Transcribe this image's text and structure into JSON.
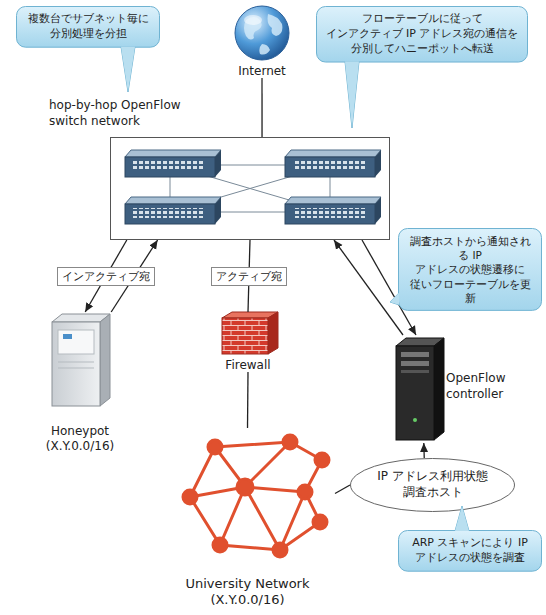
{
  "diagram": {
    "nodes": [
      {
        "text": [
          "複数台でサブネット毎に 分別処理を分担"
        ]
      },
      {
        "text": [
          "Internet"
        ]
      },
      {
        "text": [
          "フローテーブルに従って インアクティブ IP アドレス宛の通信を 分別してハニーポットへ転送"
        ]
      },
      {
        "text": [
          "hop-by-hop OpenFlow switch network"
        ]
      },
      {
        "text": [
          "調査ホストから通知される IP アドレスの状態遷移に 従いフローテーブルを更新"
        ]
      },
      {
        "text": [
          "Honeypot (X.Y.0.0/16)"
        ]
      },
      {
        "text": [
          "Firewall"
        ]
      },
      {
        "text": [
          "OpenFlow controller"
        ]
      },
      {
        "text": [
          "University Network (X.Y.0.0/16)"
        ]
      },
      {
        "text": [
          "IP アドレス利用状態 調査ホスト"
        ]
      },
      {
        "text": [
          "ARP スキャンにより IP アドレスの状態を調査"
        ]
      }
    ],
    "edges": [
      {
        "from": 1,
        "to": 3,
        "arrow": "none"
      },
      {
        "from": 3,
        "to": 5,
        "arrow": "to",
        "label": "インアクティブ宛"
      },
      {
        "from": 5,
        "to": 3,
        "arrow": "to"
      },
      {
        "from": 3,
        "to": 6,
        "arrow": "none",
        "label": "アクティブ宛"
      },
      {
        "from": 6,
        "to": 8,
        "arrow": "none"
      },
      {
        "from": 7,
        "to": 3,
        "arrow": "to"
      },
      {
        "from": 3,
        "to": 7,
        "arrow": "to"
      },
      {
        "from": 8,
        "to": 9,
        "arrow": "none"
      },
      {
        "from": 9,
        "to": 7,
        "arrow": "to"
      }
    ]
  }
}
